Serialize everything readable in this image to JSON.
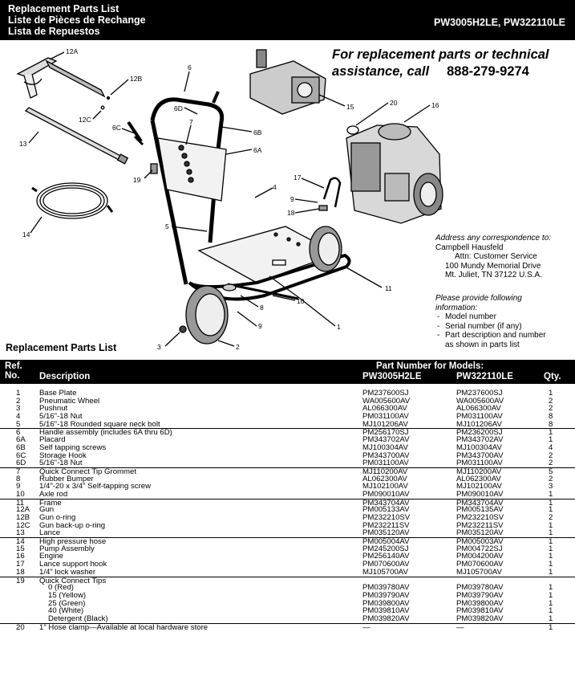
{
  "header": {
    "title_en": "Replacement Parts List",
    "title_fr": "Liste de Pièces de Rechange",
    "title_es": "Lista de Repuestos",
    "models": "PW3005H2LE, PW322110LE"
  },
  "contact": {
    "line1": "For replacement parts or technical",
    "line2": "assistance, call",
    "phone": "888-279-9274"
  },
  "address": {
    "lead": "Address any correspondence to:",
    "company": "Campbell Hausfeld",
    "attn": "Attn: Customer Service",
    "street": "100 Mundy Memorial Drive",
    "city": "Mt. Juliet, TN 37122  U.S.A."
  },
  "info": {
    "lead1": "Please provide following",
    "lead2": "information:",
    "items": [
      "Model number",
      "Serial number (if any)",
      "Part description and number"
    ],
    "item3_cont": "as shown in parts list"
  },
  "diagram_labels": {
    "l12A": "12A",
    "l12B": "12B",
    "l12C": "12C",
    "l13": "13",
    "l14": "14",
    "l19": "19",
    "l6": "6",
    "l6D": "6D",
    "l6C": "6C",
    "l7": "7",
    "l6B": "6B",
    "l6A": "6A",
    "l4": "4",
    "l5": "5",
    "l15": "15",
    "l20": "20",
    "l16": "16",
    "l17": "17",
    "l9a": "9",
    "l18": "18",
    "l11": "11",
    "l10": "10",
    "l8": "8",
    "l9b": "9",
    "l1": "1",
    "l2": "2",
    "l3": "3"
  },
  "parts_title": "Replacement Parts List",
  "table": {
    "ref_label_1": "Ref.",
    "ref_label_2": "No.",
    "desc_label": "Description",
    "pn_label": "Part Number for Models:",
    "model1": "PW3005H2LE",
    "model2": "PW322110LE",
    "qty_label": "Qty.",
    "rows": [
      {
        "ref": "1",
        "desc": "Base Plate",
        "p1": "PM237600SJ",
        "p2": "PM237600SJ",
        "qty": "1"
      },
      {
        "ref": "2",
        "desc": "Pneumatic Wheel",
        "p1": "WA005600AV",
        "p2": "WA005600AV",
        "qty": "2"
      },
      {
        "ref": "3",
        "desc": "Pushnut",
        "p1": "AL066300AV",
        "p2": "AL066300AV",
        "qty": "2"
      },
      {
        "ref": "4",
        "desc": "5/16\"-18 Nut",
        "p1": "PM031100AV",
        "p2": "PM031100AV",
        "qty": "8"
      },
      {
        "ref": "5",
        "desc": "5/16\"-18 Rounded square neck bolt",
        "p1": "MJ101206AV",
        "p2": "MJ101206AV",
        "qty": "8"
      },
      {
        "ref": "6",
        "desc": "Handle assembly (includes 6A thru 6D)",
        "p1": "PM256170SJ",
        "p2": "PM236200SJ",
        "qty": "1"
      },
      {
        "ref": "6A",
        "desc": "Placard",
        "p1": "PM343702AV",
        "p2": "PM343702AV",
        "qty": "1"
      },
      {
        "ref": "6B",
        "desc": "Self tapping screws",
        "p1": "MJ100304AV",
        "p2": "MJ100304AV",
        "qty": "4"
      },
      {
        "ref": "6C",
        "desc": "Storage Hook",
        "p1": "PM343700AV",
        "p2": "PM343700AV",
        "qty": "2"
      },
      {
        "ref": "6D",
        "desc": "5/16\"-18 Nut",
        "p1": "PM031100AV",
        "p2": "PM031100AV",
        "qty": "2"
      },
      {
        "ref": "7",
        "desc": "Quick Connect Tip Grommet",
        "p1": "MJ110200AV",
        "p2": "MJ110200AV",
        "qty": "5"
      },
      {
        "ref": "8",
        "desc": "Rubber Bumper",
        "p1": "AL062300AV",
        "p2": "AL062300AV",
        "qty": "2"
      },
      {
        "ref": "9",
        "desc": "1/4\"-20 x 3/4\" Self-tapping screw",
        "p1": "MJ102100AV",
        "p2": "MJ102100AV",
        "qty": "3"
      },
      {
        "ref": "10",
        "desc": "Axle rod",
        "p1": "PM090010AV",
        "p2": "PM090010AV",
        "qty": "1"
      },
      {
        "ref": "11",
        "desc": "Frame",
        "p1": "PM343704AV",
        "p2": "PM343704AV",
        "qty": "1"
      },
      {
        "ref": "12A",
        "desc": "Gun",
        "p1": "PM005133AV",
        "p2": "PM005135AV",
        "qty": "1"
      },
      {
        "ref": "12B",
        "desc": "Gun o-ring",
        "p1": "PM232210SV",
        "p2": "PM232210SV",
        "qty": "2"
      },
      {
        "ref": "12C",
        "desc": "Gun back-up o-ring",
        "p1": "PM232211SV",
        "p2": "PM232211SV",
        "qty": "1"
      },
      {
        "ref": "13",
        "desc": "Lance",
        "p1": "PM035120AV",
        "p2": "PM035120AV",
        "qty": "1"
      },
      {
        "ref": "14",
        "desc": "High pressure hose",
        "p1": "PM005004AV",
        "p2": "PM005003AV",
        "qty": "1"
      },
      {
        "ref": "15",
        "desc": "Pump Assembly",
        "p1": "PM245200SJ",
        "p2": "PM004722SJ",
        "qty": "1"
      },
      {
        "ref": "16",
        "desc": "Engine",
        "p1": "PM256140AV",
        "p2": "PM004200AV",
        "qty": "1"
      },
      {
        "ref": "17",
        "desc": "Lance support hook",
        "p1": "PM070600AV",
        "p2": "PM070600AV",
        "qty": "1"
      },
      {
        "ref": "18",
        "desc": "1/4\" lock washer",
        "p1": "MJ105700AV",
        "p2": "MJ105700AV",
        "qty": "1"
      },
      {
        "ref": "19",
        "desc": "Quick Connect Tips",
        "p1": "",
        "p2": "",
        "qty": ""
      },
      {
        "ref": "",
        "desc": "0 (Red)",
        "p1": "PM039780AV",
        "p2": "PM039780AV",
        "qty": "1"
      },
      {
        "ref": "",
        "desc": "15 (Yellow)",
        "p1": "PM039790AV",
        "p2": "PM039790AV",
        "qty": "1"
      },
      {
        "ref": "",
        "desc": "25 (Green)",
        "p1": "PM039800AV",
        "p2": "PM039800AV",
        "qty": "1"
      },
      {
        "ref": "",
        "desc": "40 (White)",
        "p1": "PM039810AV",
        "p2": "PM039810AV",
        "qty": "1"
      },
      {
        "ref": "",
        "desc": "Detergent (Black)",
        "p1": "PM039820AV",
        "p2": "PM039820AV",
        "qty": "1"
      },
      {
        "ref": "20",
        "desc": "1\" Hose clamp—Available at local hardware store",
        "p1": "—",
        "p2": "—",
        "qty": "1"
      }
    ]
  }
}
